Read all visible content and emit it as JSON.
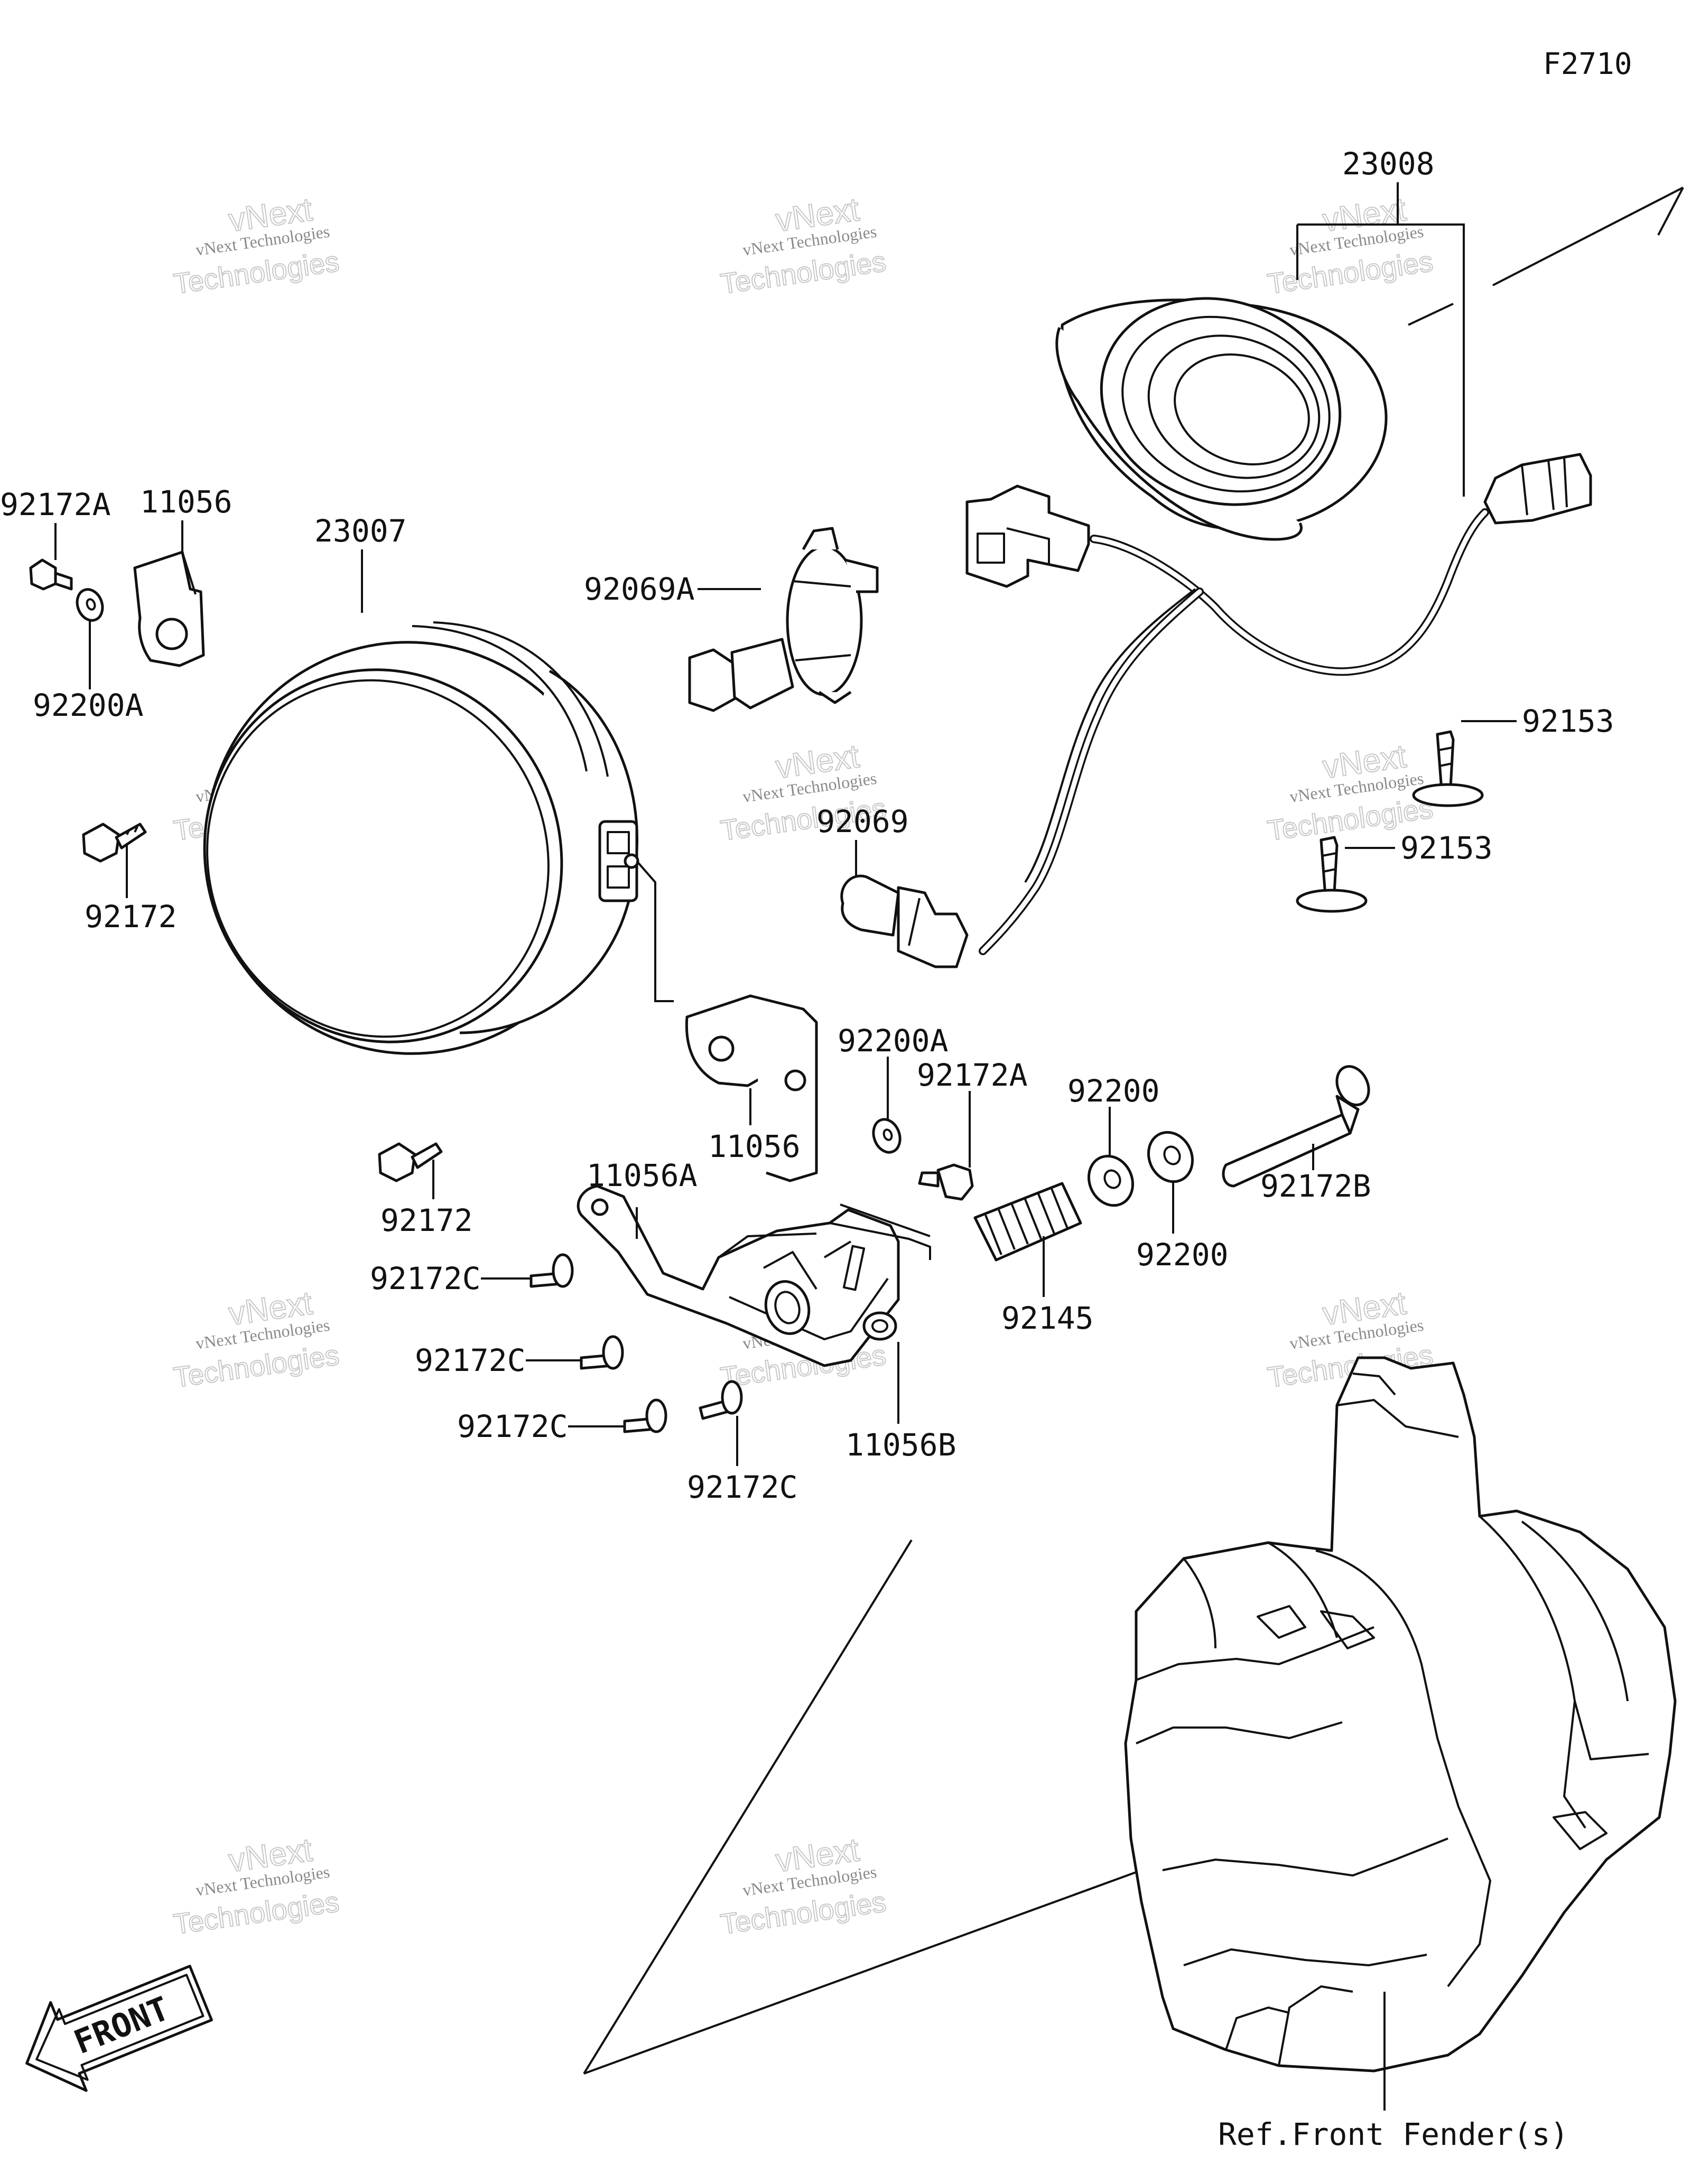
{
  "diagram_code": "F2710",
  "watermark": {
    "line1": "vNext Technologies",
    "line2": "vNext",
    "line3": "Technologies"
  },
  "parts": {
    "p23008": "23008",
    "p92172A_top": "92172A",
    "p11056_top": "11056",
    "p23007": "23007",
    "p92069A": "92069A",
    "p92200A_left": "92200A",
    "p92153_a": "92153",
    "p92153_b": "92153",
    "p92069": "92069",
    "p92172_left": "92172",
    "p92200A_mid": "92200A",
    "p92172A_mid": "92172A",
    "p92200_top": "92200",
    "p11056_mid": "11056",
    "p92172B": "92172B",
    "p92172_mid": "92172",
    "p11056A": "11056A",
    "p92200_bottom": "92200",
    "p92172C_1": "92172C",
    "p92145": "92145",
    "p92172C_2": "92172C",
    "p92172C_3": "92172C",
    "p11056B": "11056B",
    "p92172C_4": "92172C"
  },
  "reference": "Ref.Front Fender(s)",
  "front_marker": "FRONT"
}
